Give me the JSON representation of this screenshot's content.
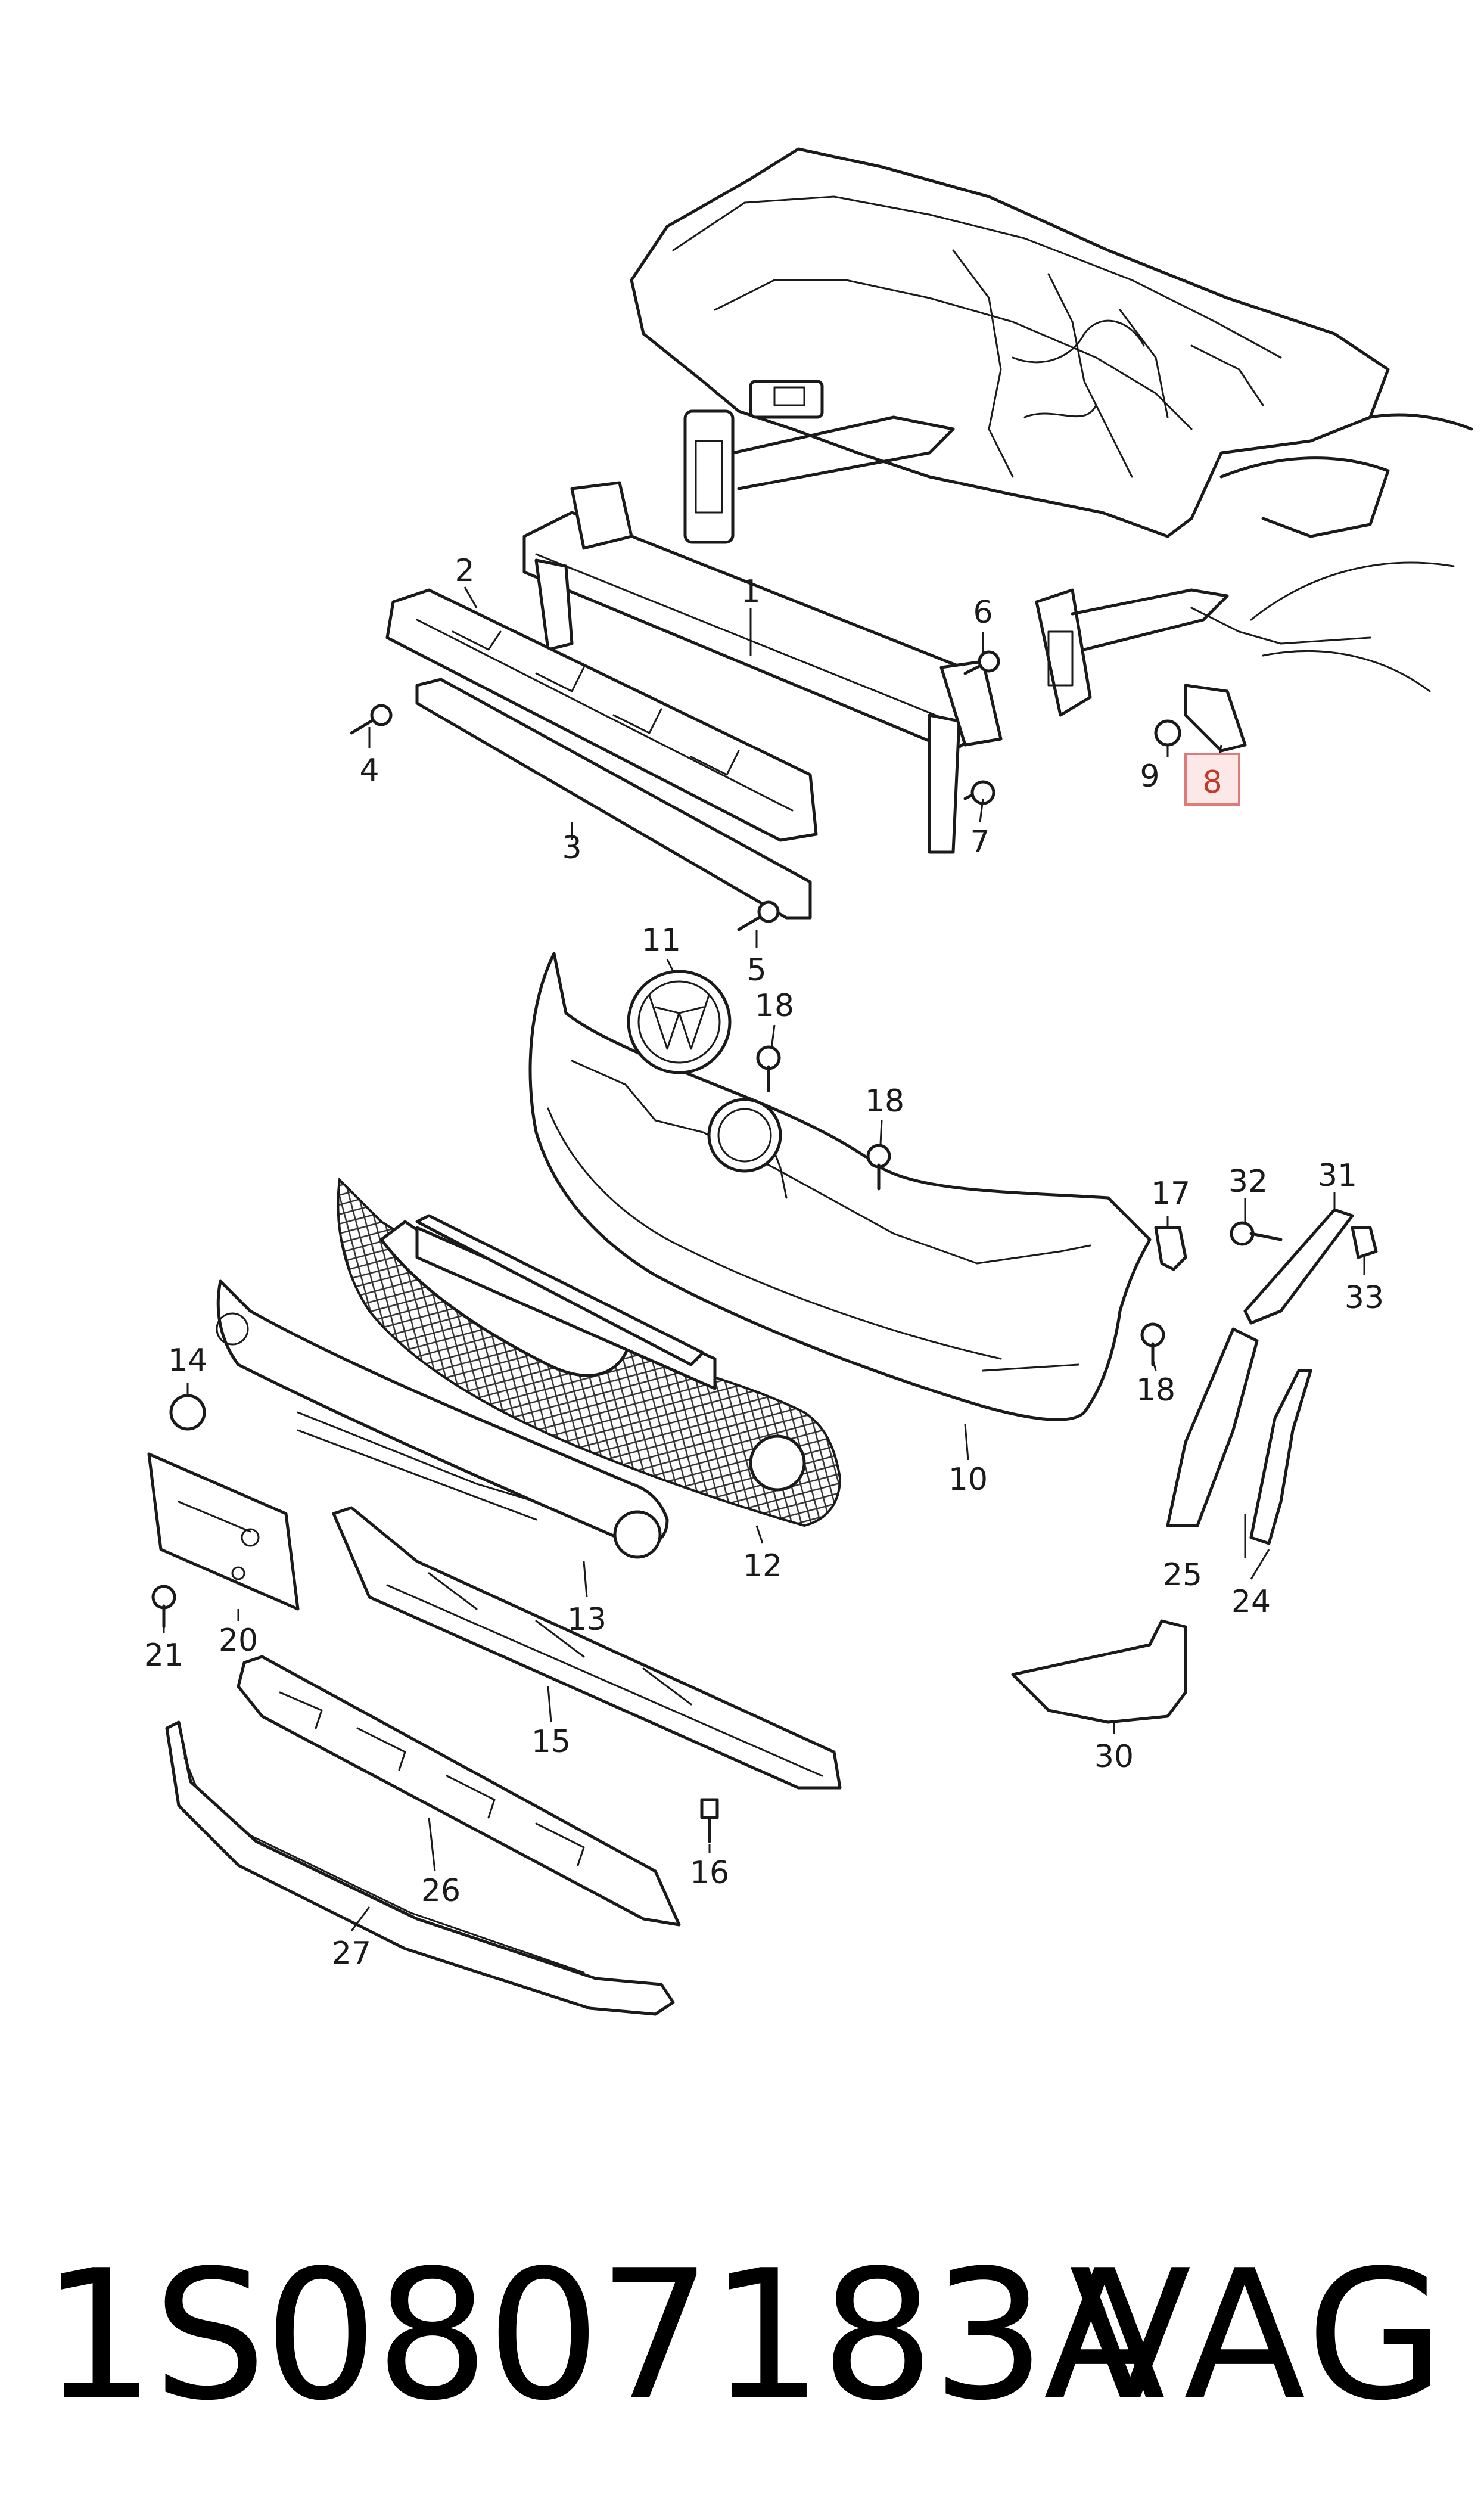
{
  "diagram": {
    "callouts": [
      {
        "id": "1",
        "label": "1"
      },
      {
        "id": "2",
        "label": "2"
      },
      {
        "id": "3",
        "label": "3"
      },
      {
        "id": "4",
        "label": "4"
      },
      {
        "id": "5",
        "label": "5"
      },
      {
        "id": "6",
        "label": "6"
      },
      {
        "id": "7",
        "label": "7"
      },
      {
        "id": "8",
        "label": "8",
        "highlighted": true
      },
      {
        "id": "9",
        "label": "9"
      },
      {
        "id": "10",
        "label": "10"
      },
      {
        "id": "11",
        "label": "11"
      },
      {
        "id": "12",
        "label": "12"
      },
      {
        "id": "13",
        "label": "13"
      },
      {
        "id": "14",
        "label": "14"
      },
      {
        "id": "15",
        "label": "15"
      },
      {
        "id": "16",
        "label": "16"
      },
      {
        "id": "17",
        "label": "17"
      },
      {
        "id": "18a",
        "label": "18"
      },
      {
        "id": "18b",
        "label": "18"
      },
      {
        "id": "18c",
        "label": "18"
      },
      {
        "id": "20",
        "label": "20"
      },
      {
        "id": "21",
        "label": "21"
      },
      {
        "id": "24",
        "label": "24"
      },
      {
        "id": "25",
        "label": "25"
      },
      {
        "id": "26",
        "label": "26"
      },
      {
        "id": "27",
        "label": "27"
      },
      {
        "id": "30",
        "label": "30"
      },
      {
        "id": "31",
        "label": "31"
      },
      {
        "id": "32",
        "label": "32"
      },
      {
        "id": "33",
        "label": "33"
      }
    ],
    "highlight_color": "#fde8e8"
  },
  "footer": {
    "part_number": "1S0807183A",
    "brand": "VAG"
  }
}
